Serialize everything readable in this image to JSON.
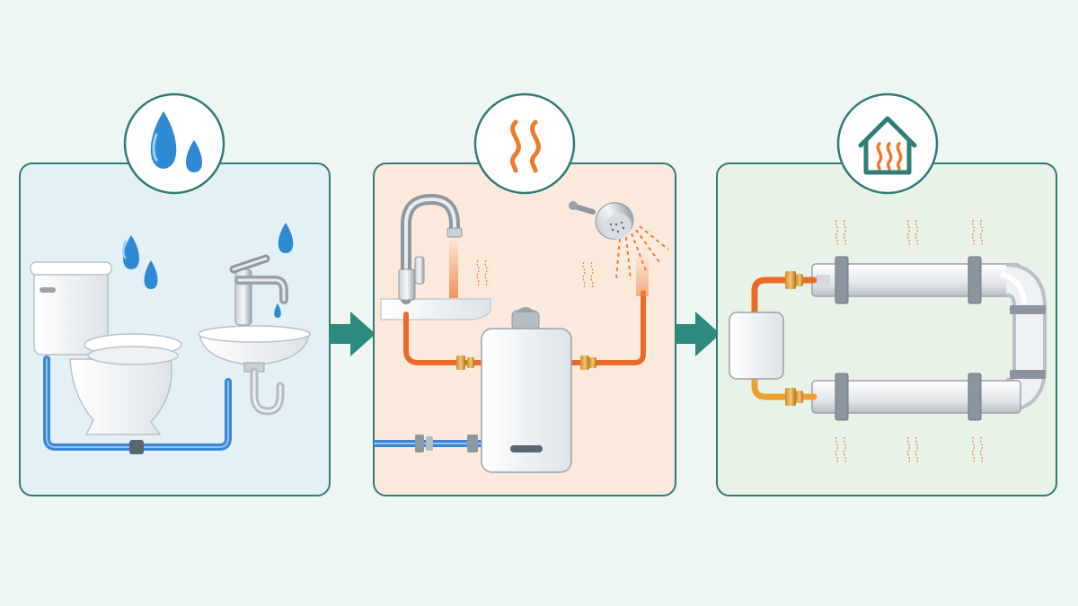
{
  "diagram": {
    "panels": [
      {
        "id": "cold-water-supply",
        "badge_icon": "water-drops-icon",
        "fill": "#e3f0f6",
        "border": "#2f7d77"
      },
      {
        "id": "hot-water-heating",
        "badge_icon": "heat-waves-icon",
        "fill": "#fbeadc",
        "border": "#2f7d77"
      },
      {
        "id": "home-heating-loop",
        "badge_icon": "house-heat-icon",
        "fill": "#e7f3e6",
        "border": "#2f7d77"
      }
    ],
    "connectors": [
      {
        "from": "cold-water-supply",
        "to": "hot-water-heating",
        "icon": "arrow-right-icon"
      },
      {
        "from": "hot-water-heating",
        "to": "home-heating-loop",
        "icon": "arrow-right-icon"
      }
    ],
    "colors": {
      "accent": "#2f7d77",
      "cold_pipe": "#3b86d6",
      "hot_pipe": "#ea6a2a",
      "warm_pipe": "#f0a030",
      "heat_wave": "#f07a2c",
      "water_drop": "#2f8ad6"
    }
  }
}
